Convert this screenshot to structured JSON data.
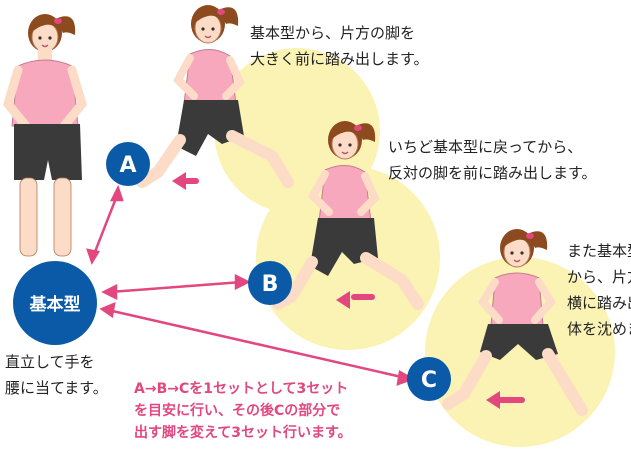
{
  "base_label": "基本型",
  "base_caption": [
    "直立して手を",
    "腰に当てます。"
  ],
  "steps": [
    {
      "id": "A",
      "lines": [
        "基本型から、片方の脚を",
        "大きく前に踏み出します。"
      ]
    },
    {
      "id": "B",
      "lines": [
        "いちど基本型に戻ってから、",
        "反対の脚を前に踏み出します。"
      ]
    },
    {
      "id": "C",
      "lines": [
        "また基本型に戻って",
        "から、片方の脚を",
        "横に踏み出して",
        "体を沈めます。"
      ]
    }
  ],
  "note": [
    "A→B→Cを1セットとして3セット",
    "を目安に行い、その後Cの部分で",
    "出す脚を変えて3セット行います。"
  ],
  "colors": {
    "badge": "#0b5aa8",
    "accent": "#e2477f",
    "spotlight": "#faf3b4",
    "shirt": "#f7a8bd",
    "shorts": "#3a3a3a",
    "skin": "#fcdcc6",
    "hair": "#8c4a1e"
  }
}
